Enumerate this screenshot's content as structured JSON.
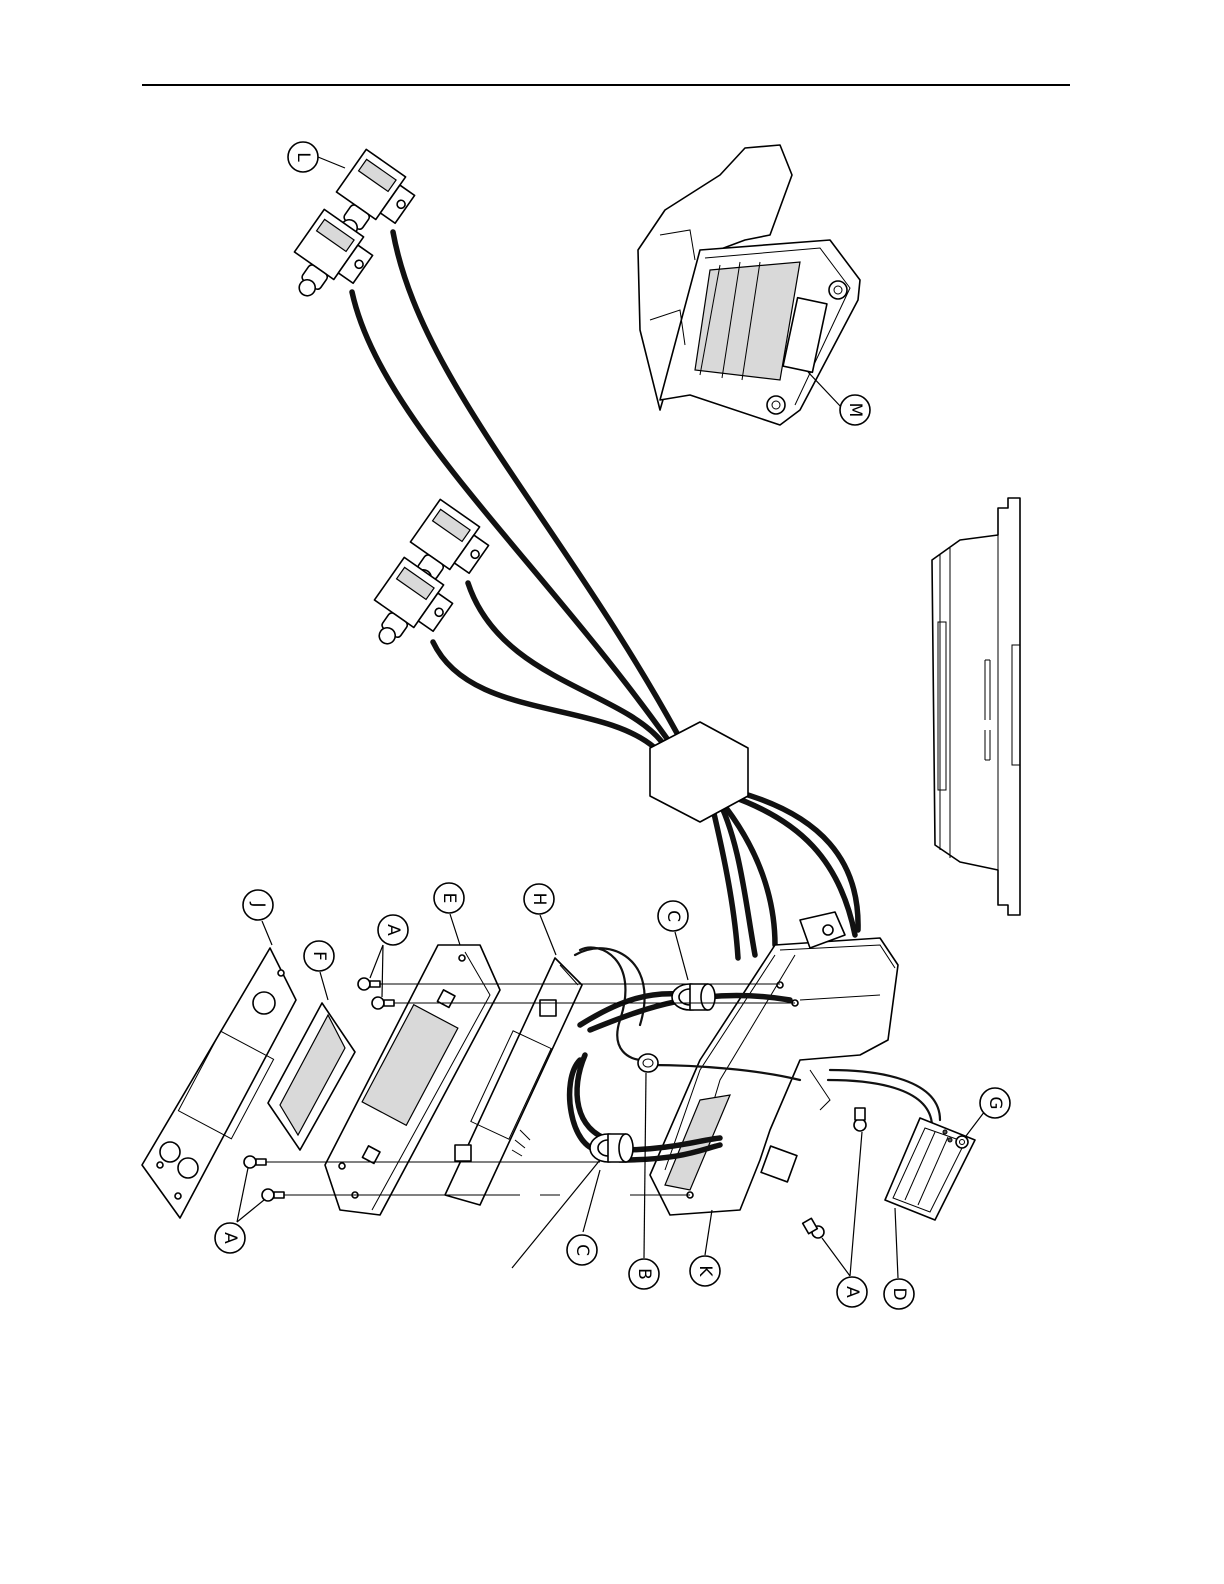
{
  "callouts": [
    {
      "id": "L",
      "label": "L"
    },
    {
      "id": "M",
      "label": "M"
    },
    {
      "id": "J",
      "label": "J"
    },
    {
      "id": "F",
      "label": "F"
    },
    {
      "id": "E",
      "label": "E"
    },
    {
      "id": "H",
      "label": "H"
    },
    {
      "id": "C-upper",
      "label": "C"
    },
    {
      "id": "A-upper",
      "label": "A"
    },
    {
      "id": "A-left",
      "label": "A"
    },
    {
      "id": "C-lower",
      "label": "C"
    },
    {
      "id": "B",
      "label": "B"
    },
    {
      "id": "K",
      "label": "K"
    },
    {
      "id": "A-right",
      "label": "A"
    },
    {
      "id": "D",
      "label": "D"
    },
    {
      "id": "G",
      "label": "G"
    }
  ]
}
